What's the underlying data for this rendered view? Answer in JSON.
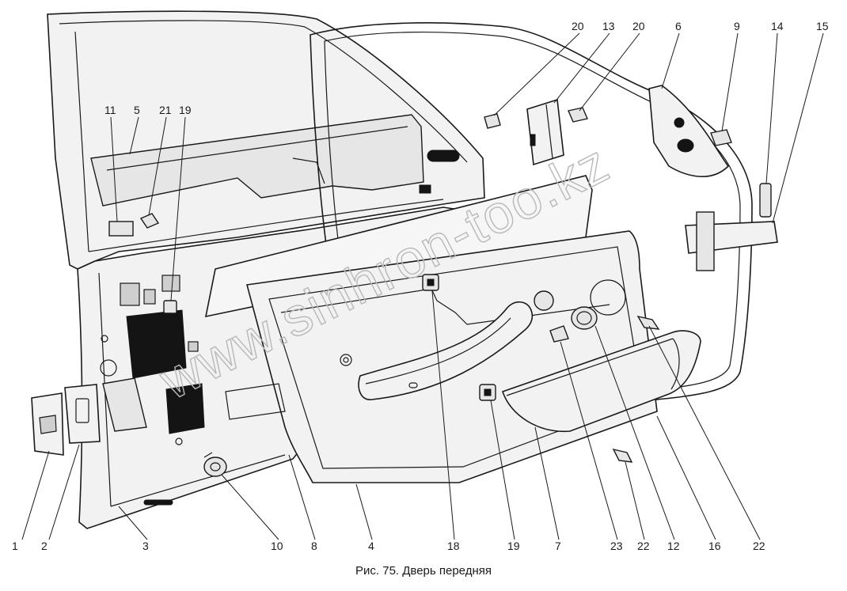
{
  "caption": "Рис. 75. Дверь передняя",
  "watermark": "www.sinhron-too.kz",
  "colors": {
    "ink": "#1a1a1a",
    "paper": "#ffffff",
    "shade": "#e6e6e6",
    "watermark": "#b8b8b8"
  },
  "callouts": [
    "1",
    "2",
    "3",
    "10",
    "8",
    "4",
    "18",
    "19",
    "7",
    "23",
    "22",
    "12",
    "16",
    "22",
    "11",
    "5",
    "21",
    "19",
    "20",
    "13",
    "20",
    "6",
    "9",
    "14",
    "15"
  ]
}
